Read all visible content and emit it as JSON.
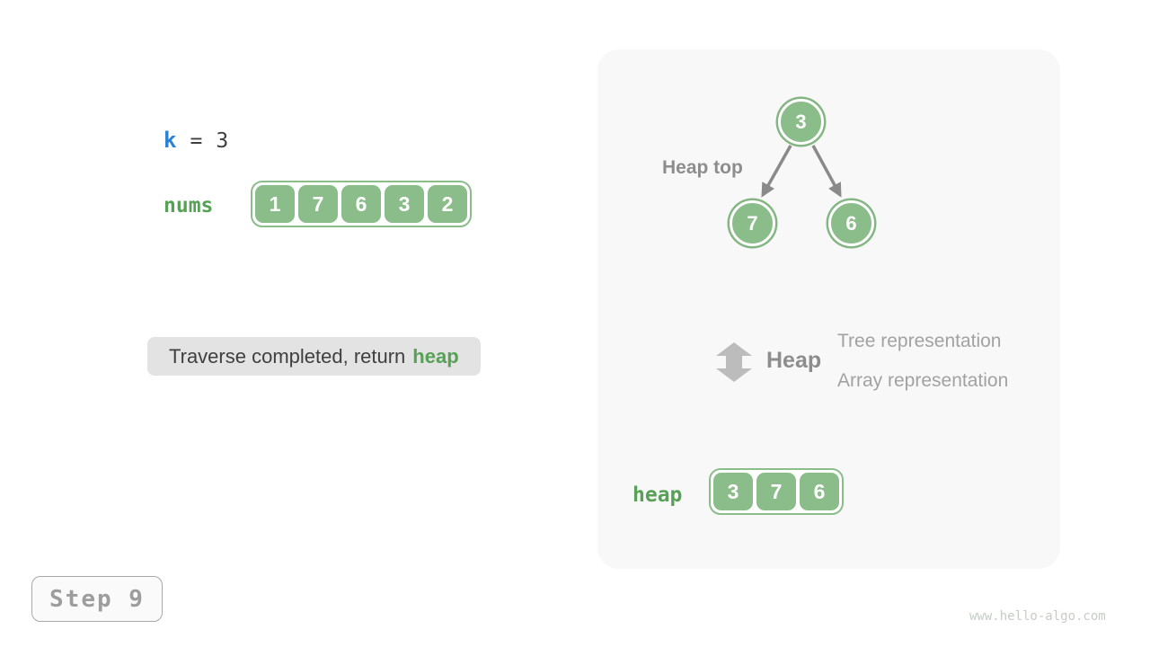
{
  "left": {
    "k_label": "k",
    "equals_sign": "=",
    "k_value": "3",
    "nums_label": "nums",
    "nums_values": [
      "1",
      "7",
      "6",
      "3",
      "2"
    ],
    "message_text": "Traverse completed, return",
    "message_highlight": "heap",
    "step_label": "Step 9"
  },
  "panel": {
    "heap_top_label": "Heap top",
    "tree": {
      "root": "3",
      "left_child": "7",
      "right_child": "6"
    },
    "legend": {
      "heap_label": "Heap",
      "tree_representation": "Tree representation",
      "array_representation": "Array representation"
    },
    "heap_label": "heap",
    "heap_values": [
      "3",
      "7",
      "6"
    ]
  },
  "watermark": "www.hello-algo.com",
  "colors": {
    "green_fill": "#8bbd8b",
    "green_text": "#56a156",
    "blue_text": "#2b80d8",
    "gray_heading": "#8d8d8d",
    "gray_light_text": "#a2a2a2",
    "arrow_gray": "#8a8a8a",
    "icon_gray": "#bcbcbc",
    "panel_bg": "#f8f8f8",
    "message_bg": "#e3e3e3"
  }
}
